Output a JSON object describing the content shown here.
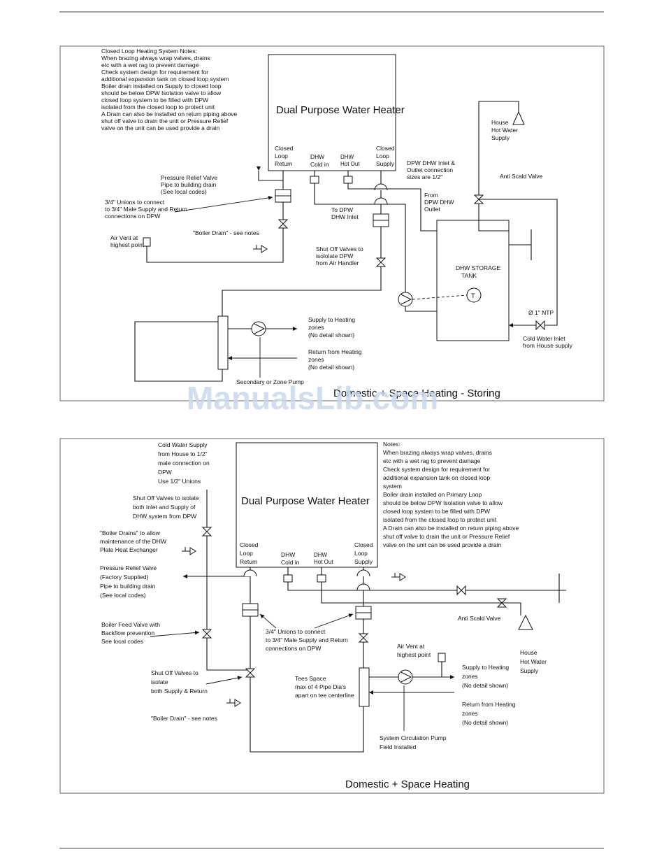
{
  "watermark": "ManualsLib.com",
  "diagram1": {
    "heater_title": "Dual Purpose Water Heater",
    "caption": "Domestic + Space Heating - Storing",
    "port_closed_return": [
      "Closed",
      "Loop",
      "Return"
    ],
    "port_dhw_cold": [
      "DHW",
      "Cold in"
    ],
    "port_dhw_hot": [
      "DHW",
      "Hot Out"
    ],
    "port_closed_supply": [
      "Closed",
      "Loop",
      "Supply"
    ],
    "notes": [
      "Closed Loop Heating System Notes:",
      "When brazing always wrap valves, drains",
      "etc with a wet rag to prevent damage",
      "",
      "Check system design for requirement for",
      "additional expansion tank on closed loop system",
      "",
      "",
      "Boiler drain installed on Supply to closed loop",
      "should be below DPW Isolation valve to allow",
      "closed loop system to be filled with DPW",
      "isolated from the closed loop to protect unit",
      "A Drain can also be installed on return piping above",
      "shut off valve to drain the unit or Pressure Relief",
      "valve on the unit can be used provide a drain"
    ],
    "pressure_relief": [
      "Pressure Relief Valve",
      "Pipe to building drain",
      "(See local codes)"
    ],
    "unions": [
      "3/4\" Unions to connect",
      "to 3/4\" Male Supply and Return",
      "connections on DPW"
    ],
    "boiler_drain": "\"Boiler Drain\" - see  notes",
    "air_vent": [
      "Air Vent at",
      "highest point"
    ],
    "shutoff": [
      "Shut Off Valves to",
      "isololate DPW",
      "from Air Handler"
    ],
    "to_dpw_inlet": [
      "To DPW",
      "DHW Inlet"
    ],
    "connection_sizes": [
      "DPW DHW Inlet &",
      "Outlet connection",
      "sizes are 1/2\""
    ],
    "from_outlet": [
      "From",
      "DPW DHW",
      "Outlet"
    ],
    "house_hot": [
      "House",
      "Hot Water",
      "Supply"
    ],
    "anti_scald": "Anti Scald Valve",
    "storage_tank": [
      "DHW STORAGE",
      "TANK"
    ],
    "tank_thermo": "T",
    "npt": "Ø 1\" NTP",
    "cold_inlet": [
      "Cold Water Inlet",
      "from House supply"
    ],
    "supply_zones": [
      "Supply to Heating",
      "zones",
      "(No detail shown)"
    ],
    "return_zones": [
      "Return from Heating",
      "zones",
      "(No detail shown)"
    ],
    "zone_pump": "Secondary or Zone Pump"
  },
  "diagram2": {
    "heater_title": "Dual Purpose Water Heater",
    "caption": "Domestic + Space Heating",
    "port_closed_return": [
      "Closed",
      "Loop",
      "Return"
    ],
    "port_dhw_cold": [
      "DHW",
      "Cold in"
    ],
    "port_dhw_hot": [
      "DHW",
      "Hot Out"
    ],
    "port_closed_supply": [
      "Closed",
      "Loop",
      "Supply"
    ],
    "cold_supply": [
      "Cold Water Supply",
      "from House to 1/2\"",
      "male connection on",
      "DPW",
      "Use 1/2\" Unions"
    ],
    "shutoff_dhw": [
      "Shut Off Valves to isolate",
      "both Inlet and Supply of",
      "DHW system from DPW"
    ],
    "boiler_drains": [
      "\"Boiler Drains\" to allow",
      "maintenance of the DHW",
      "Plate Heat Exchanger"
    ],
    "pressure_relief": [
      "Pressure Relief Valve",
      "(Factory Supplied)",
      "Pipe to building drain",
      "(See local codes)"
    ],
    "feed_valve": [
      "Boiler Feed Valve with",
      "Backflow prevention",
      "See local codes"
    ],
    "shutoff_loop": [
      "Shut Off Valves to",
      "isolate",
      "both Supply & Return"
    ],
    "boiler_drain": "\"Boiler Drain\" - see  notes",
    "unions": [
      "3/4\" Unions to connect",
      "to 3/4\" Male Supply and Return",
      "connections on DPW"
    ],
    "tees": [
      "Tees Space",
      "max of 4 Pipe Dia's",
      "apart on tee centerline"
    ],
    "air_vent": [
      "Air Vent at",
      "highest point"
    ],
    "supply_zones": [
      "Supply to Heating",
      "zones",
      "(No detail shown)"
    ],
    "return_zones": [
      "Return from Heating",
      "zones",
      "(No detail shown)"
    ],
    "circ_pump": [
      "System Circulation Pump",
      "Field Installed"
    ],
    "anti_scald": "Anti Scald Valve",
    "house_hot": [
      "House",
      "Hot Water",
      "Supply"
    ],
    "notes": [
      "Notes:",
      "When brazing always wrap valves, drains",
      "etc with a wet rag to prevent damage",
      "",
      "Check system design for requirement for",
      "additional expansion tank on closed loop",
      "system",
      "",
      "Boiler drain installed on Primary Loop",
      "should be below DPW Isolation valve to allow",
      "closed loop system to be filled with DPW",
      "isolated from the closed loop to protect unit",
      "A Drain can also be installed on return piping above",
      "shut off valve to drain the unit or Pressure Relief",
      "valve on the unit can be used provide a drain"
    ]
  }
}
